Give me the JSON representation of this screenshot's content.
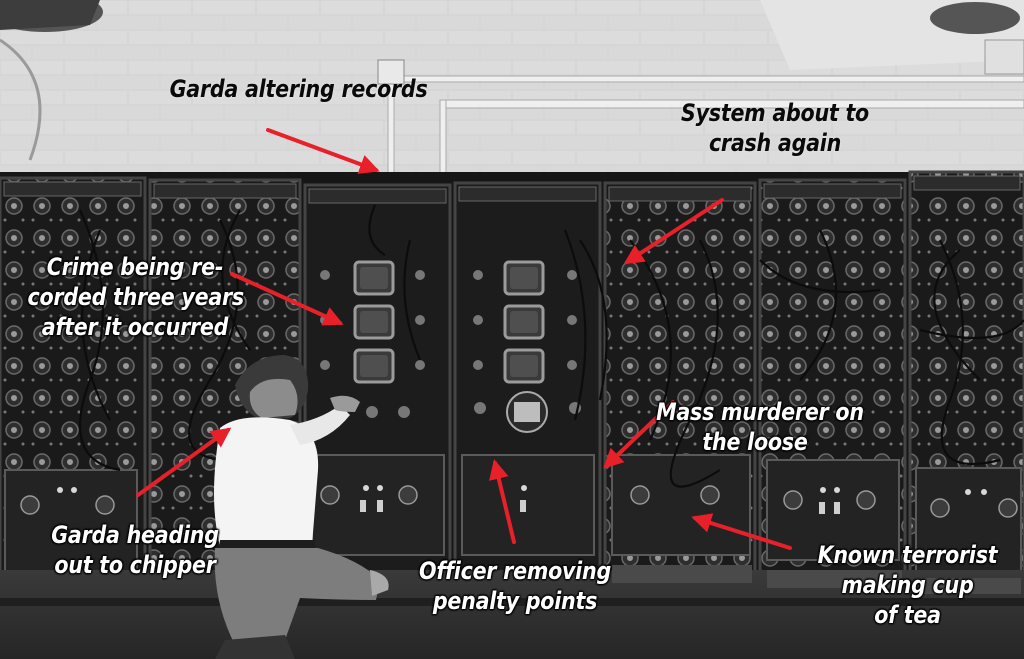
{
  "annotations": {
    "garda_records": {
      "lines": [
        "Garda altering records"
      ]
    },
    "system_crash": {
      "lines": [
        "System about to",
        "crash again"
      ]
    },
    "crime_recorded": {
      "lines": [
        "Crime being re-",
        "corded three years",
        "after it occurred"
      ]
    },
    "mass_murderer": {
      "lines": [
        "Mass murderer on",
        "the loose"
      ]
    },
    "garda_chipper": {
      "lines": [
        "Garda heading",
        "out to chipper"
      ]
    },
    "officer_points": {
      "lines": [
        "Officer removing",
        "penalty points"
      ]
    },
    "terrorist_tea": {
      "lines": [
        "Known terrorist",
        "making cup",
        "of tea"
      ]
    }
  },
  "colors": {
    "arrow": "#e8202a",
    "caption_dark": "#0a0a0a",
    "caption_light": "#ffffff"
  }
}
